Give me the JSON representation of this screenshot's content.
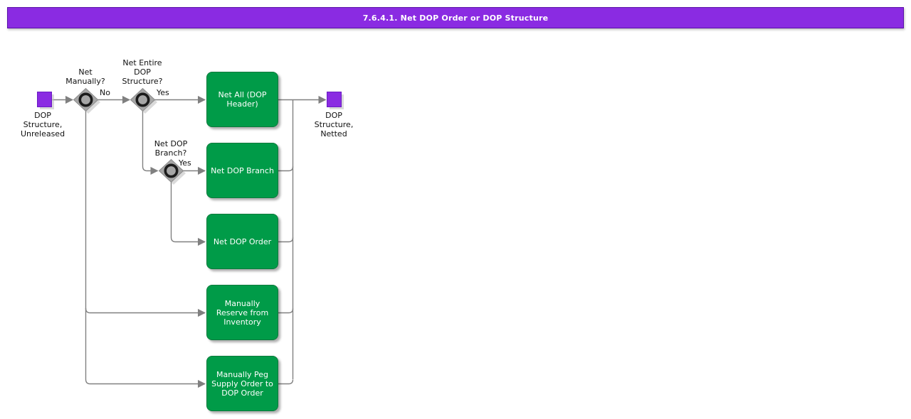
{
  "title_bar": {
    "text": "7.6.4.1. Net DOP Order or DOP Structure"
  },
  "flow": {
    "start_event": {
      "label": "DOP\nStructure,\nUnreleased"
    },
    "end_event": {
      "label": "DOP\nStructure,\nNetted"
    },
    "decisions": [
      {
        "label": "Net\nManually?",
        "branch_label": "No"
      },
      {
        "label": "Net Entire\nDOP\nStructure?",
        "branch_label": "Yes"
      },
      {
        "label": "Net DOP\nBranch?",
        "branch_label": "Yes"
      }
    ],
    "activities": [
      {
        "label": "Net All (DOP\nHeader)"
      },
      {
        "label": "Net DOP Branch"
      },
      {
        "label": "Net DOP Order"
      },
      {
        "label": "Manually\nReserve from\nInventory"
      },
      {
        "label": "Manually Peg\nSupply Order to\nDOP Order"
      }
    ],
    "colors": {
      "title_bar_bg": "#8A2BE2",
      "event_fill": "#8A2BE2",
      "event_border": "#6a1cc4",
      "activity_fill": "#009B48",
      "decision_fill": "#A6A6A6",
      "connector": "#808080"
    }
  }
}
